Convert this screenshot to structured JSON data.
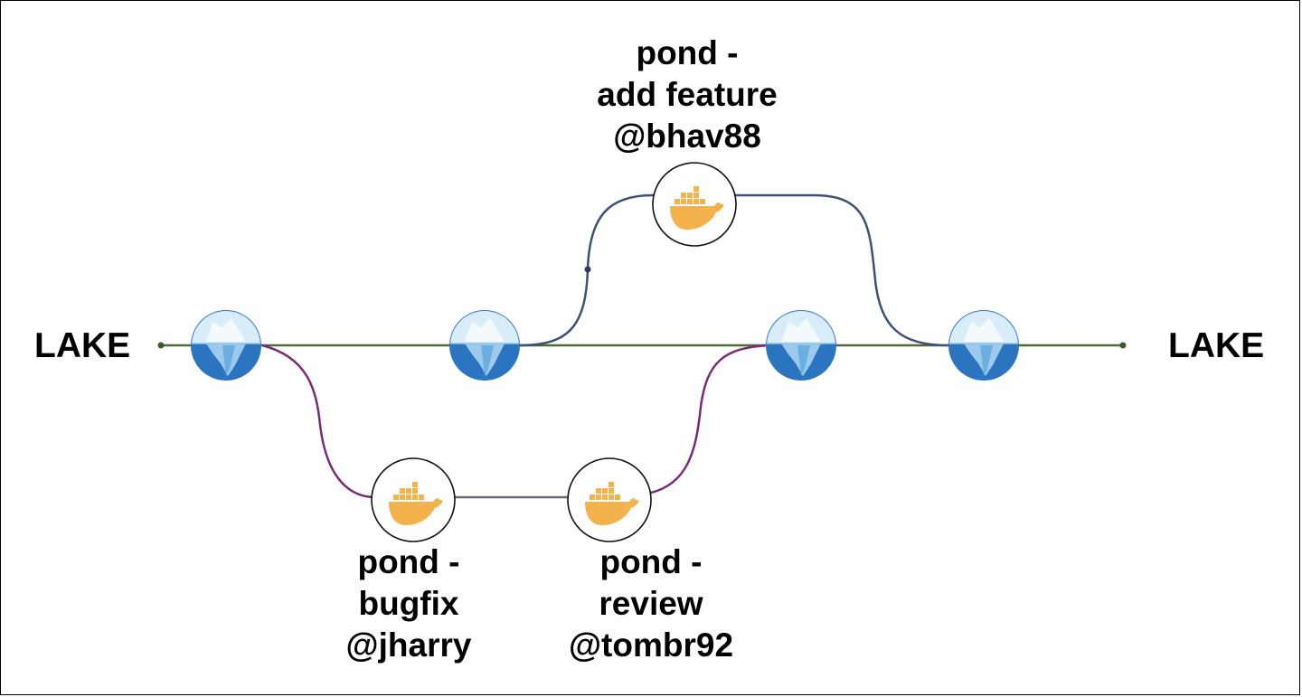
{
  "lake_left": "LAKE",
  "lake_right": "LAKE",
  "branches": {
    "feature": {
      "lines": [
        "pond -",
        "add feature",
        "@bhav88"
      ]
    },
    "bugfix": {
      "lines": [
        "pond -",
        "bugfix",
        "@jharry"
      ]
    },
    "review": {
      "lines": [
        "pond -",
        "review",
        "@tombr92"
      ]
    }
  },
  "colors": {
    "main_line": "#4f6b35",
    "feature_line": "#3f4f7a",
    "pond_line": "#7a2a7a",
    "pond_mid_line": "#6b6b78",
    "iceberg_blue": "#2f79c2",
    "iceberg_light": "#cfe6f7",
    "whale": "#f4b24d"
  },
  "icons": {
    "lake_node": "iceberg-icon",
    "pond_node": "docker-whale-icon"
  }
}
